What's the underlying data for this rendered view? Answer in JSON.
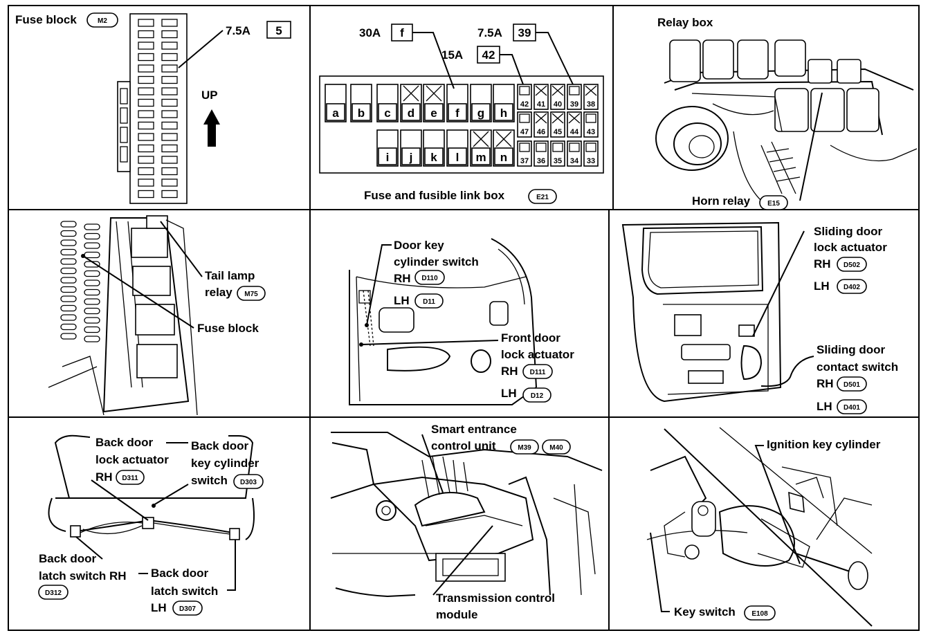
{
  "panels": {
    "fuse_block_m2": {
      "title": "Fuse block",
      "title_tag": "M2",
      "fuse_rating": "7.5A",
      "fuse_number": "5",
      "up_label": "UP"
    },
    "fuse_link_box": {
      "title": "Fuse and fusible link box",
      "title_tag": "E21",
      "callouts": [
        {
          "rating": "30A",
          "number": "f"
        },
        {
          "rating": "7.5A",
          "number": "39"
        },
        {
          "rating": "15A",
          "number": "42"
        }
      ],
      "link_letters_top": [
        "a",
        "b",
        "c",
        "d",
        "e",
        "f",
        "g",
        "h"
      ],
      "link_letters_bottom": [
        "i",
        "j",
        "k",
        "l",
        "m",
        "n"
      ],
      "fuse_row1": [
        "42",
        "41",
        "40",
        "39",
        "38"
      ],
      "fuse_row2": [
        "47",
        "46",
        "45",
        "44",
        "43"
      ],
      "fuse_row3": [
        "37",
        "36",
        "35",
        "34",
        "33"
      ]
    },
    "relay_box": {
      "title": "Relay box",
      "horn_relay": "Horn relay",
      "horn_relay_tag": "E15"
    },
    "tail_lamp": {
      "relay_line1": "Tail lamp",
      "relay_line2": "relay",
      "relay_tag": "M75",
      "fuse_block": "Fuse block"
    },
    "front_door": {
      "key_line1": "Door key",
      "key_line2": "cylinder switch",
      "rh": "RH",
      "rh_tag": "D110",
      "lh": "LH",
      "lh_tag": "D11",
      "act_line1": "Front door",
      "act_line2": "lock actuator",
      "act_rh": "RH",
      "act_rh_tag": "D111",
      "act_lh": "LH",
      "act_lh_tag": "D12"
    },
    "sliding_door": {
      "act_line1": "Sliding door",
      "act_line2": "lock actuator",
      "act_rh": "RH",
      "act_rh_tag": "D502",
      "act_lh": "LH",
      "act_lh_tag": "D402",
      "sw_line1": "Sliding door",
      "sw_line2": "contact switch",
      "sw_rh": "RH",
      "sw_rh_tag": "D501",
      "sw_lh": "LH",
      "sw_lh_tag": "D401"
    },
    "back_door": {
      "act_line1": "Back door",
      "act_line2": "lock actuator",
      "act_rh": "RH",
      "act_rh_tag": "D311",
      "key_line1": "Back door",
      "key_line2": "key cylinder",
      "key_line3": "switch",
      "key_tag": "D303",
      "latch_rh_line1": "Back door",
      "latch_rh_line2": "latch switch RH",
      "latch_rh_tag": "D312",
      "latch_lh_line1": "Back door",
      "latch_lh_line2": "latch switch",
      "latch_lh_lh": "LH",
      "latch_lh_tag": "D307"
    },
    "smart_entrance": {
      "line1": "Smart entrance",
      "line2": "control unit",
      "tag1": "M39",
      "tag2": "M40",
      "tcm_line1": "Transmission control",
      "tcm_line2": "module"
    },
    "ignition": {
      "cylinder": "Ignition key cylinder",
      "key_switch": "Key switch",
      "key_switch_tag": "E108"
    }
  }
}
